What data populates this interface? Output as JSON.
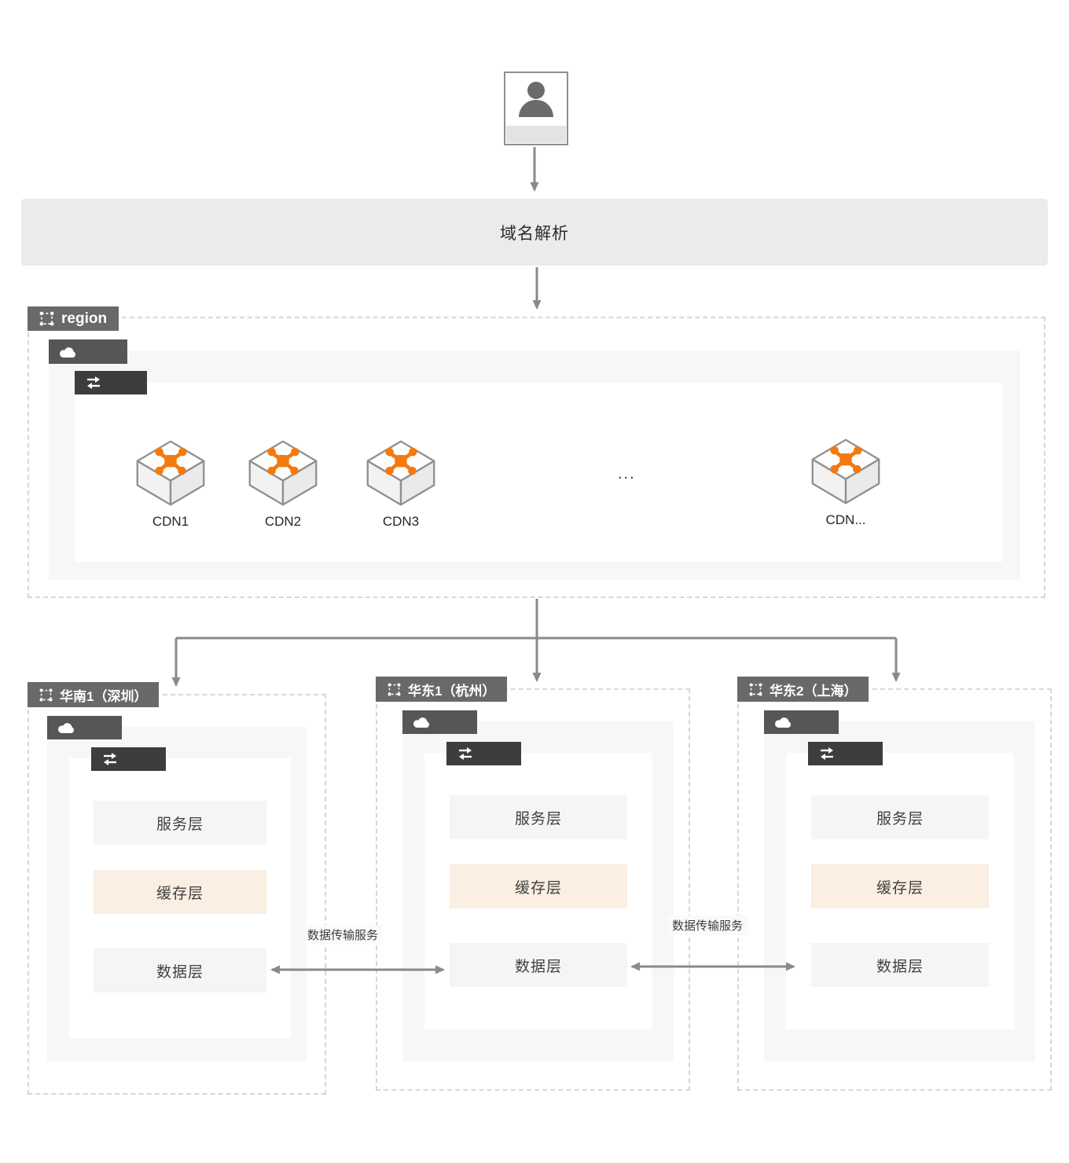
{
  "user": {
    "icon": "user-icon"
  },
  "dns_bar": {
    "label": "域名解析"
  },
  "region_top": {
    "label": "region",
    "cloud_tag_icon": "cloud-icon",
    "transfer_tag_icon": "data-transfer-icon",
    "cdn_nodes": [
      {
        "label": "CDN1",
        "icon": "cdn-cube-icon"
      },
      {
        "label": "CDN2",
        "icon": "cdn-cube-icon"
      },
      {
        "label": "CDN3",
        "icon": "cdn-cube-icon"
      },
      {
        "label": "CDN...",
        "icon": "cdn-cube-icon"
      }
    ],
    "ellipsis": "..."
  },
  "regions": [
    {
      "label": "华南1（深圳）",
      "layers": [
        {
          "label": "服务层"
        },
        {
          "label": "缓存层"
        },
        {
          "label": "数据层"
        }
      ]
    },
    {
      "label": "华东1（杭州）",
      "layers": [
        {
          "label": "服务层"
        },
        {
          "label": "缓存层"
        },
        {
          "label": "数据层"
        }
      ]
    },
    {
      "label": "华东2（上海）",
      "layers": [
        {
          "label": "服务层"
        },
        {
          "label": "缓存层"
        },
        {
          "label": "数据层"
        }
      ]
    }
  ],
  "links": [
    {
      "label": "数据传输服务"
    },
    {
      "label": "数据传输服务"
    }
  ],
  "colors": {
    "accent_orange": "#f4790e",
    "cache_layer_bg": "#fbeee2",
    "layer_bar_bg": "#f5f5f5",
    "panel_gray": "#f7f7f7",
    "dns_bar_bg": "#ebebeb",
    "tag_title_bg": "#696969",
    "tag_cloud_bg": "#565656",
    "tag_swap_bg": "#3d3d3d",
    "arrow_gray": "#8a8a8a"
  }
}
